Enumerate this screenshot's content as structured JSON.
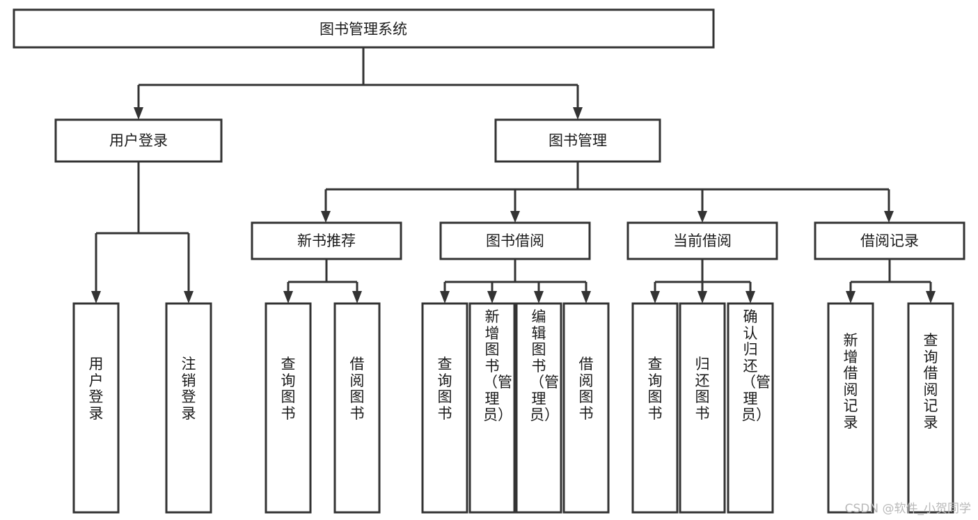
{
  "diagram": {
    "type": "tree",
    "title": "图书管理系统",
    "watermark": "CSDN @软件_小贺同学",
    "root": {
      "label": "图书管理系统"
    },
    "level2": [
      {
        "label": "用户登录"
      },
      {
        "label": "图书管理"
      }
    ],
    "level3": [
      {
        "label": "新书推荐"
      },
      {
        "label": "图书借阅"
      },
      {
        "label": "当前借阅"
      },
      {
        "label": "借阅记录"
      }
    ],
    "leaves": {
      "user_login": [
        {
          "label": "用户登录"
        },
        {
          "label": "注销登录"
        }
      ],
      "new_book_recommend": [
        {
          "label": "查询图书"
        },
        {
          "label": "借阅图书"
        }
      ],
      "book_borrow": [
        {
          "label": "查询图书"
        },
        {
          "label": "新增图书（管理员）"
        },
        {
          "label": "编辑图书（管理员）"
        },
        {
          "label": "借阅图书"
        }
      ],
      "current_borrow": [
        {
          "label": "查询图书"
        },
        {
          "label": "归还图书"
        },
        {
          "label": "确认归还（管理员）"
        }
      ],
      "borrow_record": [
        {
          "label": "新增借阅记录"
        },
        {
          "label": "查询借阅记录"
        }
      ]
    },
    "colors": {
      "background": "#ffffff",
      "box_fill": "#ffffff",
      "box_stroke": "#333333",
      "text": "#1a1a1a",
      "watermark": "#b9b9b9"
    }
  }
}
